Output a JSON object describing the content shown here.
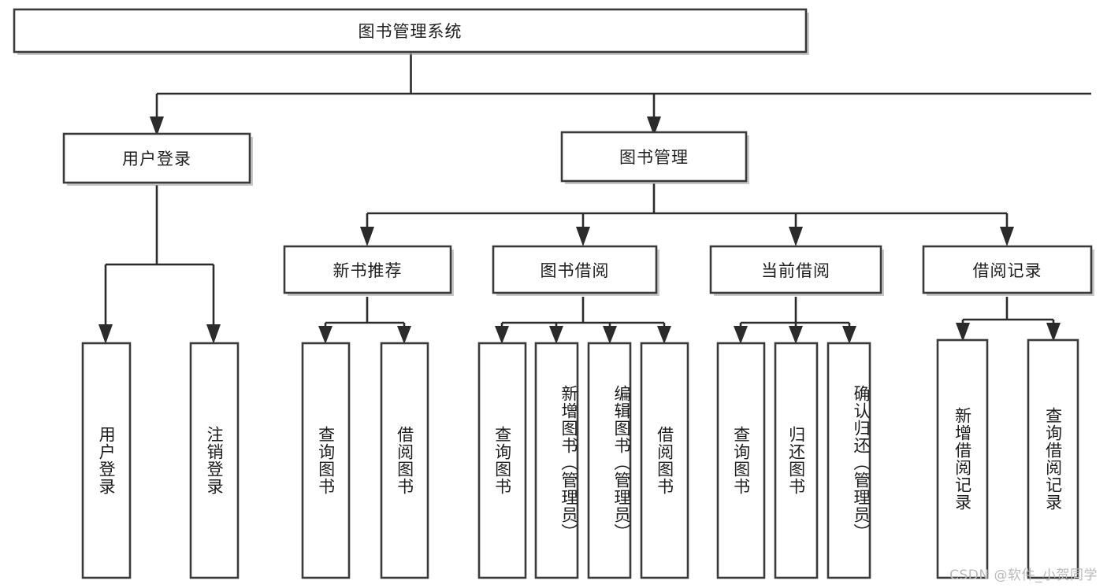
{
  "diagram": {
    "title": "图书管理系统",
    "type": "tree",
    "root": {
      "label": "图书管理系统"
    },
    "level1": [
      {
        "label": "用户登录"
      },
      {
        "label": "图书管理"
      }
    ],
    "level2": [
      {
        "label": "新书推荐",
        "parent": "图书管理"
      },
      {
        "label": "图书借阅",
        "parent": "图书管理"
      },
      {
        "label": "当前借阅",
        "parent": "图书管理"
      },
      {
        "label": "借阅记录",
        "parent": "图书管理"
      }
    ],
    "leaves": [
      {
        "label": "用户登录",
        "parent": "用户登录"
      },
      {
        "label": "注销登录",
        "parent": "用户登录"
      },
      {
        "label": "查询图书",
        "parent": "新书推荐"
      },
      {
        "label": "借阅图书",
        "parent": "新书推荐"
      },
      {
        "label": "查询图书",
        "parent": "图书借阅"
      },
      {
        "label": "新增图书（管理员）",
        "parent": "图书借阅"
      },
      {
        "label": "编辑图书（管理员）",
        "parent": "图书借阅"
      },
      {
        "label": "借阅图书",
        "parent": "图书借阅"
      },
      {
        "label": "查询图书",
        "parent": "当前借阅"
      },
      {
        "label": "归还图书",
        "parent": "当前借阅"
      },
      {
        "label": "确认归还（管理员）",
        "parent": "当前借阅"
      },
      {
        "label": "新增借阅记录",
        "parent": "借阅记录"
      },
      {
        "label": "查询借阅记录",
        "parent": "借阅记录"
      }
    ]
  },
  "watermark": {
    "text": "CSDN @软件_小贺同学"
  },
  "colors": {
    "box_border": "#3a3a3a",
    "connector": "#2b2b2b",
    "box_fill": "#ffffff",
    "text": "#1d1d1d",
    "watermark": "#b9b9b9",
    "background": "#ffffff"
  }
}
